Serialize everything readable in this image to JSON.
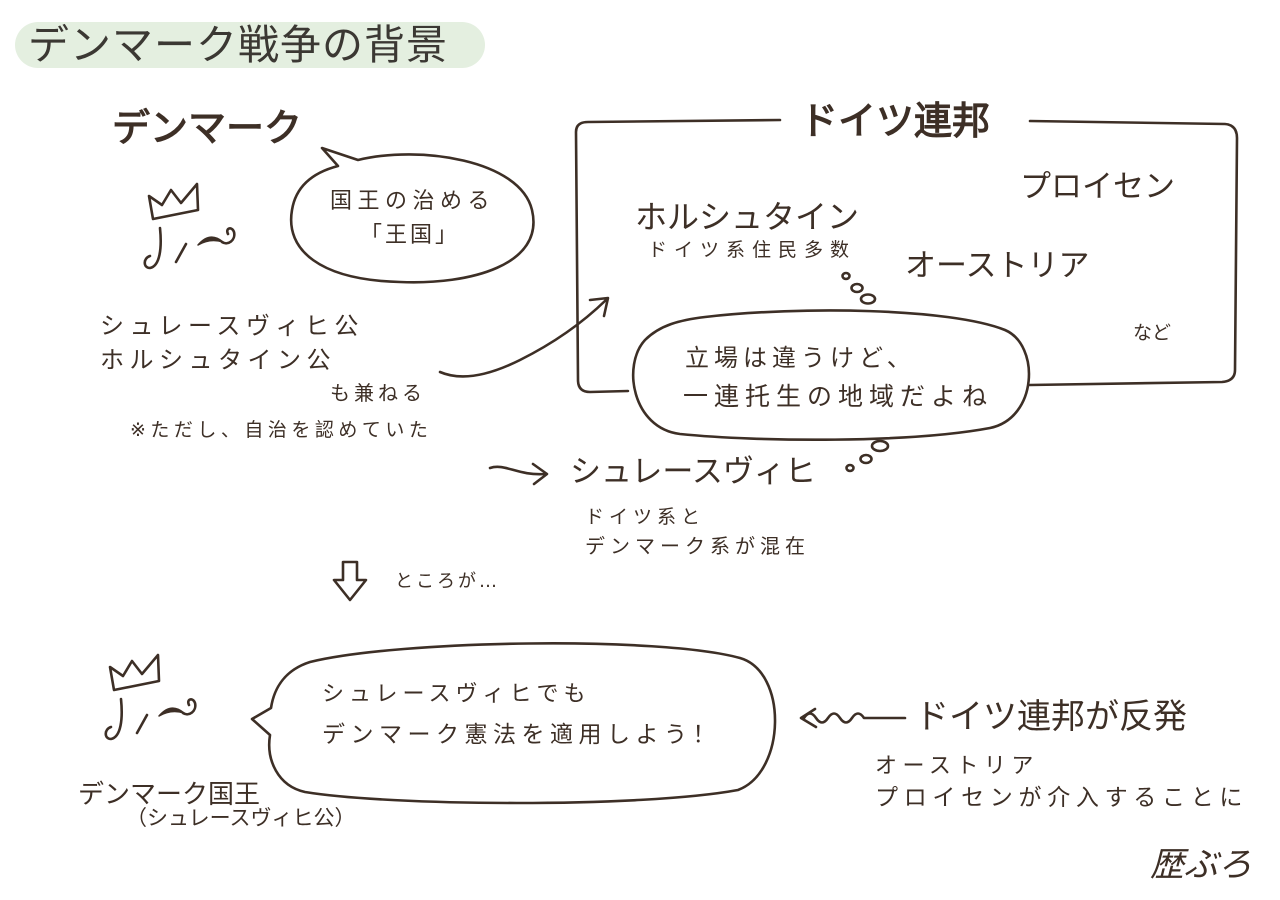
{
  "title": "デンマーク戦争の背景",
  "denmark": {
    "heading": "デンマーク",
    "bubble": [
      "国王の治める",
      "「王国」"
    ],
    "duchies": [
      "シュレースヴィヒ公",
      "ホルシュタイン公"
    ],
    "also": "も兼ねる",
    "note": "※ただし、自治を認めていた"
  },
  "confederation": {
    "heading": "ドイツ連邦",
    "prussia": "プロイセン",
    "holstein": "ホルシュタイン",
    "holstein_note": "ドイツ系住民多数",
    "austria": "オーストリア",
    "etc": "など",
    "thought": [
      "立場は違うけど、",
      "一連托生の地域だよね"
    ]
  },
  "schleswig": {
    "label": "シュレースヴィヒ",
    "note": [
      "ドイツ系と",
      "デンマーク系が混在"
    ]
  },
  "transition": "ところが…",
  "king": {
    "speech": [
      "シュレースヴィヒでも",
      "デンマーク憲法を適用しよう！"
    ],
    "caption": "デンマーク国王",
    "caption_sub": "（シュレースヴィヒ公）"
  },
  "reaction": {
    "heading": "ドイツ連邦が反発",
    "detail": [
      "オーストリア",
      "プロイセンが介入することに"
    ]
  },
  "signature": "歴ぶろ",
  "colors": {
    "ink": "#3d2f26",
    "title_background": "#e4efe0"
  }
}
